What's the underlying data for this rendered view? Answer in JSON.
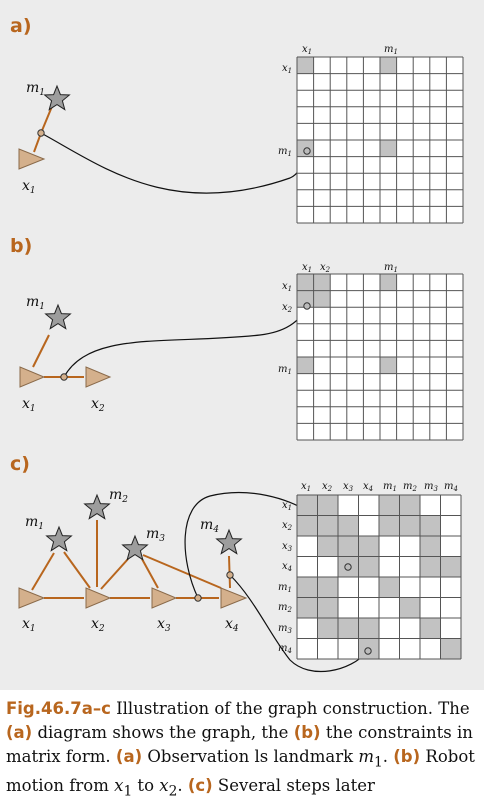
{
  "colors": {
    "panel_bg": "#ececec",
    "edge": "#b8661e",
    "node_fill": "#d4b08c",
    "node_stroke": "#8a6a4a",
    "star_fill": "#9d9d9d",
    "filled_cell": "#c2c2c2",
    "grid_line": "#555555",
    "accent_text": "#b8661e"
  },
  "icons": {
    "robot_pose": "triangle-robot-icon",
    "landmark": "star-landmark-icon",
    "link_dot": "circle-connector-icon"
  },
  "panels": [
    {
      "label": "a)",
      "robot_labels": [
        "x1"
      ],
      "landmark_labels": [
        "m1"
      ],
      "matrix": {
        "size": 10,
        "col_headers": [
          {
            "text": "x1",
            "index": 0
          },
          {
            "text": "m1",
            "index": 5
          }
        ],
        "row_headers": [
          {
            "text": "x1",
            "index": 0
          },
          {
            "text": "m1",
            "index": 5
          }
        ],
        "filled": [
          [
            0,
            0
          ],
          [
            0,
            5
          ],
          [
            5,
            0
          ],
          [
            5,
            5
          ]
        ]
      }
    },
    {
      "label": "b)",
      "robot_labels": [
        "x1",
        "x2"
      ],
      "landmark_labels": [
        "m1"
      ],
      "matrix": {
        "size": 10,
        "col_headers": [
          {
            "text": "x1",
            "index": 0
          },
          {
            "text": "x2",
            "index": 1
          },
          {
            "text": "m1",
            "index": 5
          }
        ],
        "row_headers": [
          {
            "text": "x1",
            "index": 0
          },
          {
            "text": "x2",
            "index": 1
          },
          {
            "text": "m1",
            "index": 5
          }
        ],
        "filled": [
          [
            0,
            0
          ],
          [
            0,
            1
          ],
          [
            0,
            5
          ],
          [
            1,
            0
          ],
          [
            1,
            1
          ],
          [
            5,
            0
          ],
          [
            5,
            5
          ]
        ]
      }
    },
    {
      "label": "c)",
      "robot_labels": [
        "x1",
        "x2",
        "x3",
        "x4"
      ],
      "landmark_labels": [
        "m1",
        "m2",
        "m3",
        "m4"
      ],
      "matrix": {
        "size": 8,
        "col_headers": [
          {
            "text": "x1",
            "index": 0
          },
          {
            "text": "x2",
            "index": 1
          },
          {
            "text": "x3",
            "index": 2
          },
          {
            "text": "x4",
            "index": 3
          },
          {
            "text": "m1",
            "index": 4
          },
          {
            "text": "m2",
            "index": 5
          },
          {
            "text": "m3",
            "index": 6
          },
          {
            "text": "m4",
            "index": 7
          }
        ],
        "row_headers": [
          {
            "text": "x1",
            "index": 0
          },
          {
            "text": "x2",
            "index": 1
          },
          {
            "text": "x3",
            "index": 2
          },
          {
            "text": "x4",
            "index": 3
          },
          {
            "text": "m1",
            "index": 4
          },
          {
            "text": "m2",
            "index": 5
          },
          {
            "text": "m3",
            "index": 6
          },
          {
            "text": "m4",
            "index": 7
          }
        ],
        "filled": [
          [
            0,
            0
          ],
          [
            0,
            1
          ],
          [
            0,
            4
          ],
          [
            0,
            5
          ],
          [
            1,
            0
          ],
          [
            1,
            1
          ],
          [
            1,
            2
          ],
          [
            1,
            4
          ],
          [
            1,
            5
          ],
          [
            1,
            6
          ],
          [
            2,
            1
          ],
          [
            2,
            2
          ],
          [
            2,
            3
          ],
          [
            2,
            6
          ],
          [
            3,
            2
          ],
          [
            3,
            3
          ],
          [
            3,
            6
          ],
          [
            3,
            7
          ],
          [
            4,
            0
          ],
          [
            4,
            1
          ],
          [
            4,
            4
          ],
          [
            5,
            0
          ],
          [
            5,
            1
          ],
          [
            5,
            5
          ],
          [
            6,
            1
          ],
          [
            6,
            2
          ],
          [
            6,
            3
          ],
          [
            6,
            6
          ],
          [
            7,
            3
          ],
          [
            7,
            7
          ]
        ]
      }
    }
  ],
  "caption": {
    "label": "Fig.46.7a–c",
    "ref_a": "(a)",
    "ref_b": "(b)",
    "ref_c": "(c)",
    "t1": " Illustration of the graph construction. The ",
    "t2": " diagram shows the graph, the ",
    "t3": " the constraints in matrix form. ",
    "t4": " Observation ls landmark ",
    "t4_var": "m",
    "t4_sub": "1",
    "t5": ". ",
    "t6": " Robot motion from ",
    "t6_var1": "x",
    "t6_sub1": "1",
    "t6_mid": " to ",
    "t6_var2": "x",
    "t6_sub2": "2",
    "t7": ". ",
    "t8": " Several steps later"
  }
}
